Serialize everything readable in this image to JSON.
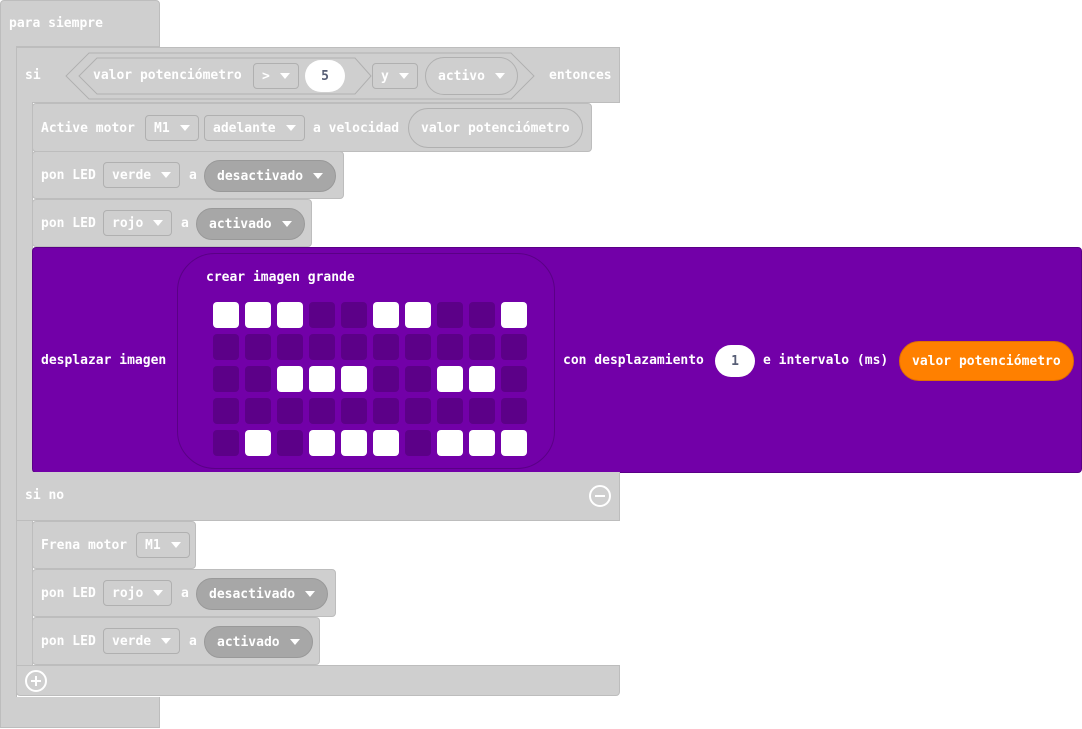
{
  "forever": {
    "label": "para siempre"
  },
  "if_block": {
    "si": "si",
    "condition": {
      "reporter": "valor potenciómetro",
      "operator": ">",
      "value": "5",
      "logic": "y",
      "second": "activo"
    },
    "then": "entonces",
    "else": "si no"
  },
  "then_blocks": {
    "motor": {
      "label": "Active motor",
      "motor": "M1",
      "direction": "adelante",
      "speed_label": "a velocidad",
      "speed": "valor potenciómetro"
    },
    "led1": {
      "label": "pon LED",
      "color": "verde",
      "a": "a",
      "state": "desactivado"
    },
    "led2": {
      "label": "pon LED",
      "color": "rojo",
      "a": "a",
      "state": "activado"
    },
    "scroll": {
      "label": "desplazar imagen",
      "image_label": "crear imagen grande",
      "offset_label": "con desplazamiento",
      "offset": "1",
      "interval_label": "e intervalo (ms)",
      "interval": "valor potenciómetro",
      "grid": [
        [
          1,
          1,
          1,
          0,
          0,
          1,
          1,
          0,
          0,
          1
        ],
        [
          0,
          0,
          0,
          0,
          0,
          0,
          0,
          0,
          0,
          0
        ],
        [
          0,
          0,
          1,
          1,
          1,
          0,
          0,
          1,
          1,
          0
        ],
        [
          0,
          0,
          0,
          0,
          0,
          0,
          0,
          0,
          0,
          0
        ],
        [
          0,
          1,
          0,
          1,
          1,
          1,
          0,
          1,
          1,
          1
        ]
      ]
    }
  },
  "else_blocks": {
    "brake": {
      "label": "Frena motor",
      "motor": "M1"
    },
    "led1": {
      "label": "pon LED",
      "color": "rojo",
      "a": "a",
      "state": "desactivado"
    },
    "led2": {
      "label": "pon LED",
      "color": "verde",
      "a": "a",
      "state": "activado"
    }
  },
  "colors": {
    "gray": "#cfcfcf",
    "purple": "#7200a8",
    "orange": "#ff8000",
    "led_on": "#ffffff",
    "led_off": "#5c0088"
  },
  "icons": {
    "remove": "minus-circle-icon",
    "add": "plus-circle-icon"
  }
}
